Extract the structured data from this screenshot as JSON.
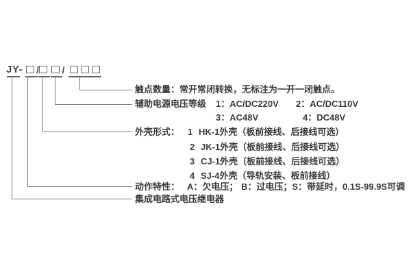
{
  "model_code": {
    "prefix": "JY-",
    "slash1": "/",
    "slash2": "/"
  },
  "callouts": {
    "contacts": {
      "text": "触点数量：常开常闭转换，无标注为一开一闭触点。"
    },
    "aux_voltage": {
      "label": "辅助电源电压等级",
      "options": [
        "1：AC/DC220V",
        "2：AC/DC110V",
        "3：AC48V",
        "4：DC48V"
      ]
    },
    "case_style": {
      "label": "外壳形式：",
      "options": [
        {
          "num": "1",
          "text": "HK-1外壳（板前接线、后接线可选）"
        },
        {
          "num": "2",
          "text": "JK-1外壳（板前接线、后接线可选）"
        },
        {
          "num": "3",
          "text": "CJ-1外壳（板前接线、后接线可选）"
        },
        {
          "num": "4",
          "text": "SJ-4外壳（导轨安装、板前接线）"
        }
      ]
    },
    "action_characteristic": {
      "label": "动作特性：",
      "option_a": "A：欠电压；",
      "option_b_s": "B：过电压；S：带延时，0.1S-99.9S可调"
    },
    "product_name": {
      "text": "集成电路式电压继电器"
    }
  },
  "colors": {
    "background": "#ffffff",
    "text": "#3b3b3b",
    "connector_line": "#77797b",
    "box_border": "#606366"
  }
}
